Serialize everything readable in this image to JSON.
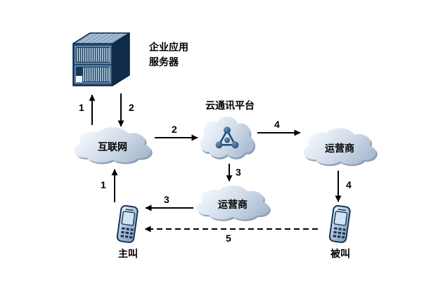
{
  "diagram": {
    "nodes": {
      "server": {
        "label": "企业应用\n服务器"
      },
      "internet": {
        "label": "互联网"
      },
      "platform": {
        "label": "云通讯平台"
      },
      "carrier_right": {
        "label": "运营商"
      },
      "carrier_bottom": {
        "label": "运营商"
      },
      "caller": {
        "label": "主叫"
      },
      "callee": {
        "label": "被叫"
      }
    },
    "edges": {
      "internet_to_server": {
        "label": "1"
      },
      "server_to_internet": {
        "label": "2"
      },
      "internet_to_platform": {
        "label": "2"
      },
      "platform_to_carrier_bottom": {
        "label": "3"
      },
      "carrier_bottom_to_caller": {
        "label": "3"
      },
      "platform_to_carrier_right": {
        "label": "4"
      },
      "carrier_right_to_callee": {
        "label": "4"
      },
      "caller_to_internet": {
        "label": "1"
      },
      "callee_to_caller_media": {
        "label": "5"
      }
    },
    "colors": {
      "background": "#ffffff",
      "cloud_light": "#f5f9fc",
      "cloud_mid": "#d2dde9",
      "cloud_dark": "#a9bcd1",
      "cloud_shadow": "#8ba0ba",
      "server_navy": "#15375c",
      "arrow": "#000000"
    }
  }
}
